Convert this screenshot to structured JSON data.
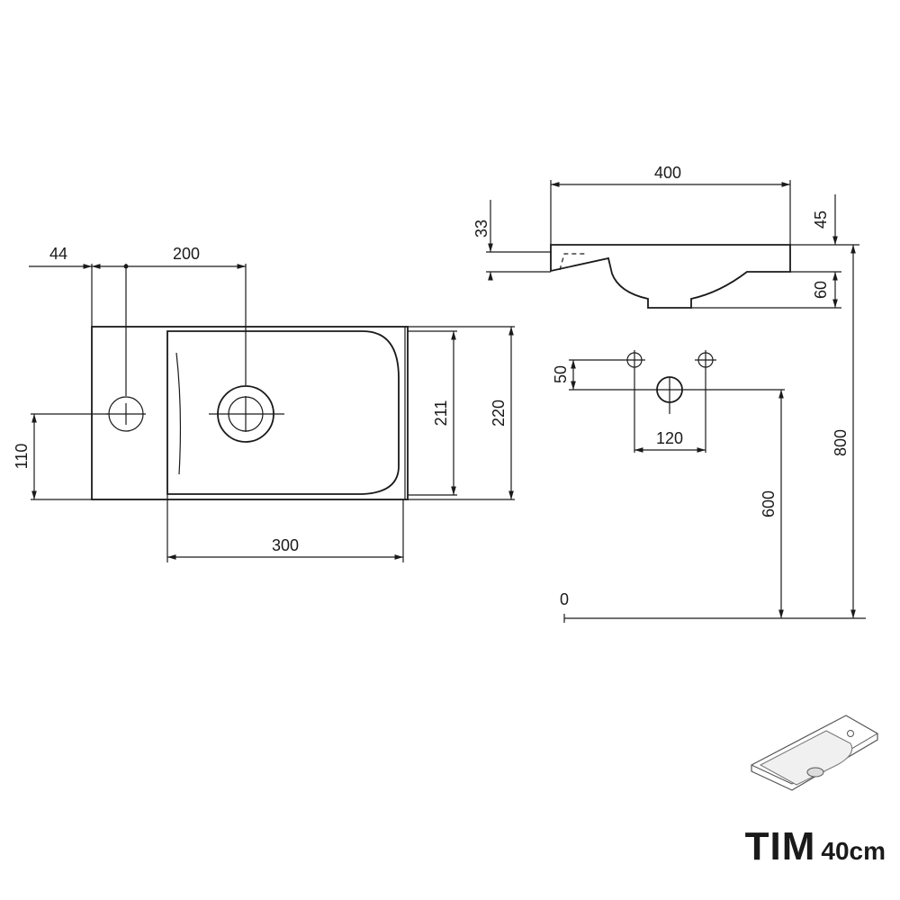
{
  "dimensions": {
    "left_offset": "44",
    "tap_spacing": "200",
    "basin_depth_inner": "211",
    "basin_depth_outer": "220",
    "tap_height": "110",
    "bowl_width": "300",
    "total_width": "400",
    "top_thickness": "45",
    "rim_thickness": "33",
    "bowl_drop": "60",
    "fixing_offset": "50",
    "fixing_spacing": "120",
    "drain_height": "600",
    "mount_height": "800",
    "floor_level": "0"
  },
  "product": {
    "name": "TIM",
    "size": "40cm"
  }
}
